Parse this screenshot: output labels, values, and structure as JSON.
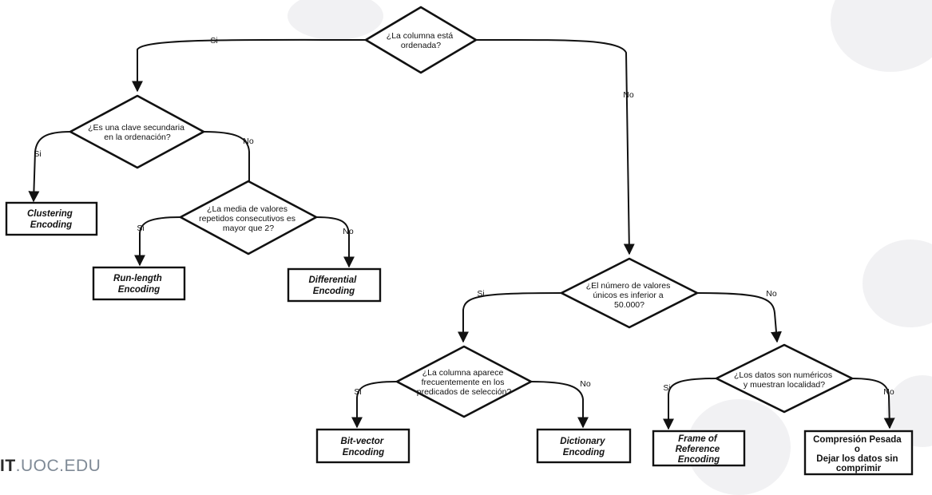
{
  "brand": {
    "strong": "IT",
    "light": ".UOC.EDU"
  },
  "colors": {
    "line": "#111111",
    "background": "#ffffff",
    "brand_strong": "#2a2a2a",
    "brand_light": "#7f8a96"
  },
  "decisions": [
    {
      "id": "q1",
      "lines": [
        "¿La columna está",
        "ordenada?"
      ]
    },
    {
      "id": "q2",
      "lines": [
        "¿Es una clave secundaria",
        "en la ordenación?"
      ]
    },
    {
      "id": "q3",
      "lines": [
        "¿La media de valores",
        "repetidos consecutivos es",
        "mayor que 2?"
      ]
    },
    {
      "id": "q4",
      "lines": [
        "¿El número de valores",
        "únicos es inferior a",
        "50.000?"
      ]
    },
    {
      "id": "q5",
      "lines": [
        "¿La columna aparece",
        "frecuentemente en los",
        "predicados de selección?"
      ]
    },
    {
      "id": "q6",
      "lines": [
        "¿Los datos son numéricos",
        "y muestran localidad?"
      ]
    }
  ],
  "results": [
    {
      "id": "r1",
      "lines": [
        "Clustering",
        "Encoding"
      ]
    },
    {
      "id": "r2",
      "lines": [
        "Run-length",
        "Encoding"
      ]
    },
    {
      "id": "r3",
      "lines": [
        "Differential",
        "Encoding"
      ]
    },
    {
      "id": "r4",
      "lines": [
        "Bit-vector",
        "Encoding"
      ]
    },
    {
      "id": "r5",
      "lines": [
        "Dictionary",
        "Encoding"
      ]
    },
    {
      "id": "r6",
      "lines": [
        "Frame of",
        "Reference",
        "Encoding"
      ]
    },
    {
      "id": "r7",
      "lines": [
        "Compresión Pesada",
        "o",
        "Dejar los datos sin",
        "comprimir"
      ]
    }
  ],
  "edges": [
    {
      "id": "e1",
      "label": "Si"
    },
    {
      "id": "e2",
      "label": "No"
    },
    {
      "id": "e3",
      "label": "Si"
    },
    {
      "id": "e4",
      "label": "No"
    },
    {
      "id": "e5",
      "label": "Si"
    },
    {
      "id": "e6",
      "label": "No"
    },
    {
      "id": "e7",
      "label": "Si"
    },
    {
      "id": "e8",
      "label": "No"
    },
    {
      "id": "e9",
      "label": "Si"
    },
    {
      "id": "e10",
      "label": "No"
    },
    {
      "id": "e11",
      "label": "Si"
    },
    {
      "id": "e12",
      "label": "No"
    }
  ]
}
